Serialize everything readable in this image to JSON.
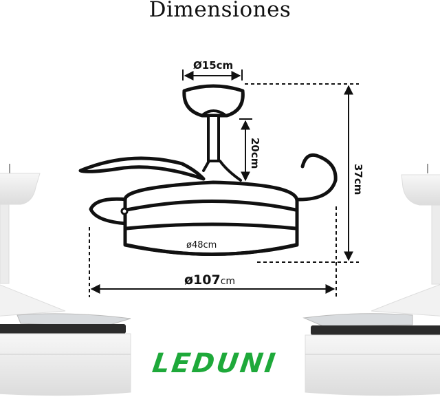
{
  "title": "Dimensiones",
  "brand": {
    "name": "LEDUNI",
    "color": "#1ea93a"
  },
  "dimensions": {
    "canopy_diameter": "Ø15cm",
    "downrod_height": "20cm",
    "total_height": "37cm",
    "body_diameter": "ø48cm",
    "blade_span_symbol": "ø107",
    "blade_span_unit": "cm"
  },
  "colors": {
    "line": "#111111",
    "photo_white": "#eeeeee",
    "photo_dark": "#2b2b2b"
  }
}
